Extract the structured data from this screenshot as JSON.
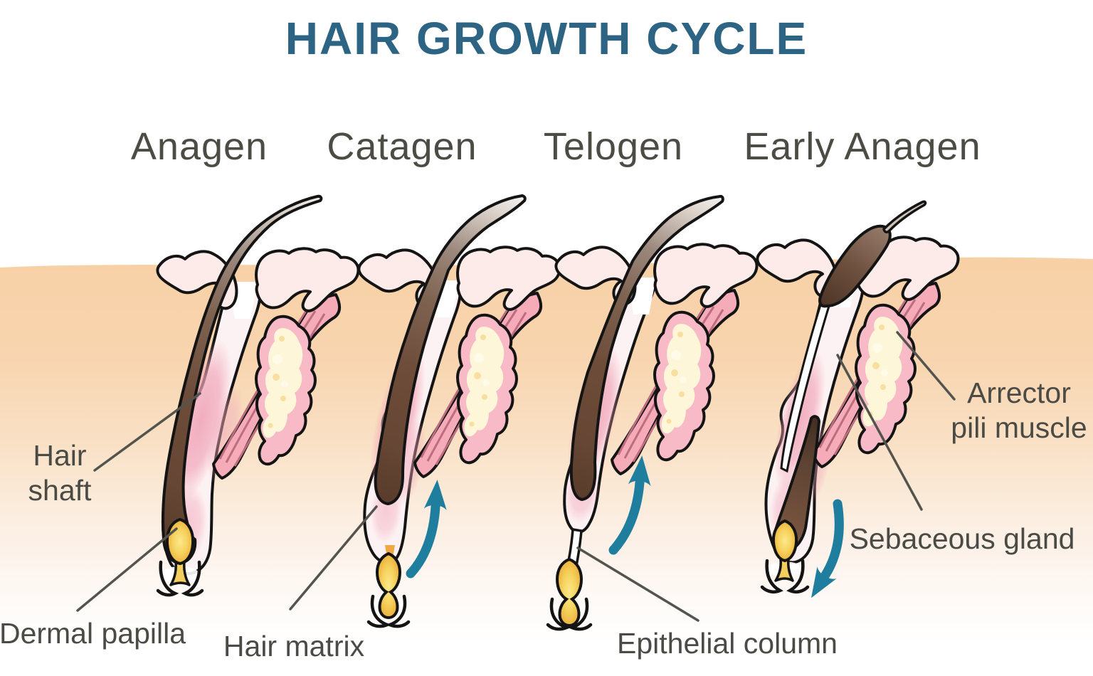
{
  "title": {
    "text": "HAIR GROWTH CYCLE"
  },
  "phases": [
    {
      "id": "anagen",
      "label": "Anagen"
    },
    {
      "id": "catagen",
      "label": "Catagen"
    },
    {
      "id": "telogen",
      "label": "Telogen"
    },
    {
      "id": "early-anagen",
      "label": "Early Anagen"
    }
  ],
  "annotations": {
    "hair_shaft": {
      "lines": [
        "Hair",
        "shaft"
      ]
    },
    "dermal_papilla": {
      "text": "Dermal papilla"
    },
    "hair_matrix": {
      "text": "Hair matrix"
    },
    "epithelial_column": {
      "text": "Epithelial column"
    },
    "arrector_pili": {
      "lines": [
        "Arrector",
        "pili muscle"
      ]
    },
    "sebaceous_gland": {
      "text": "Sebaceous gland"
    }
  },
  "arrows": [
    {
      "phase": "Catagen",
      "direction": "up"
    },
    {
      "phase": "Telogen",
      "direction": "up"
    },
    {
      "phase": "Early Anagen",
      "direction": "down"
    }
  ],
  "palette": {
    "title_text": "#2d6484",
    "label_text": "#4b4b45",
    "leader_line": "#54544e",
    "arrow": "#1f7e9e",
    "skin_top": "#f7d0a5",
    "skin_fade": "#ffffff",
    "epidermis": "#fcebe9",
    "sheath": "#fdf2f3",
    "sheath_shadow": "#f0a5b8",
    "hair_dark": "#5a3d2c",
    "hair_light": "#f2efec",
    "papilla": "#f6d35f",
    "papilla_deep": "#edb23e",
    "gland_outer": "#f7bac6",
    "gland_inner": "#fdf6d8",
    "muscle": "#f5abb8",
    "muscle_stripe": "#bd6d7f",
    "outline": "#141414"
  }
}
